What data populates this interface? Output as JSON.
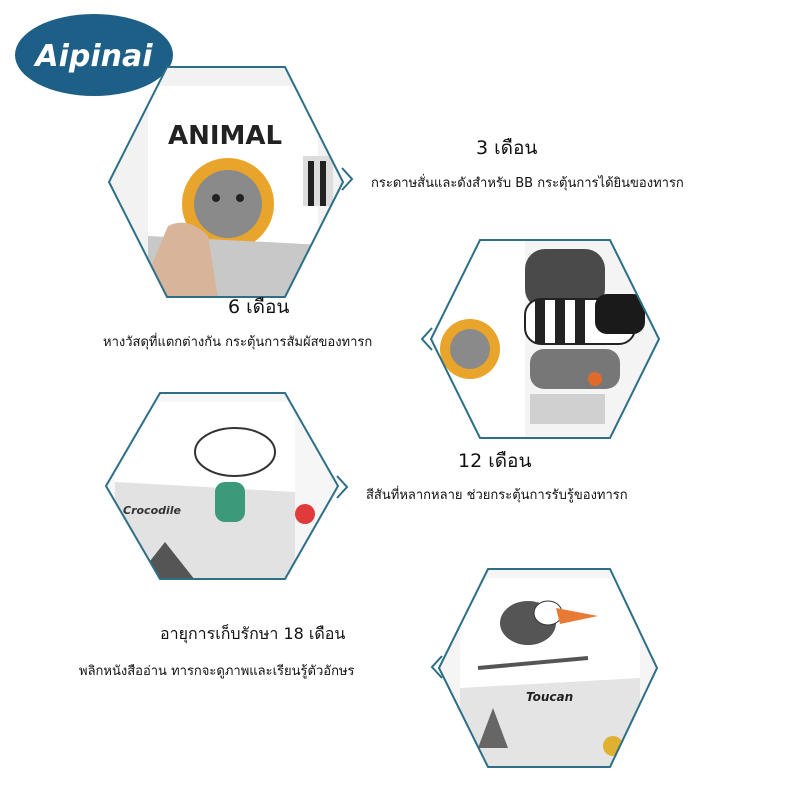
{
  "brand": {
    "name": "Aipinai",
    "color": "#1d5f86"
  },
  "accent": "#2c6f86",
  "sections": [
    {
      "title": "3 เดือน",
      "desc": "กระดาษสั่นและดังสำหรับ BB กระตุ้นการได้ยินของทารก",
      "image_label": "ANIMAL"
    },
    {
      "title": "6 เดือน",
      "desc": "หางวัสดุที่แตกต่างกัน กระตุ้นการสัมผัสของทารก",
      "image_label": ""
    },
    {
      "title": "12 เดือน",
      "desc": "สีสันที่หลากหลาย ช่วยกระตุ้นการรับรู้ของทารก",
      "image_label": "Crocodile"
    },
    {
      "title": "อายุการเก็บรักษา 18 เดือน",
      "desc": "พลิกหนังสืออ่าน ทารกจะดูภาพและเรียนรู้ตัวอักษร",
      "image_label": "Toucan"
    }
  ]
}
